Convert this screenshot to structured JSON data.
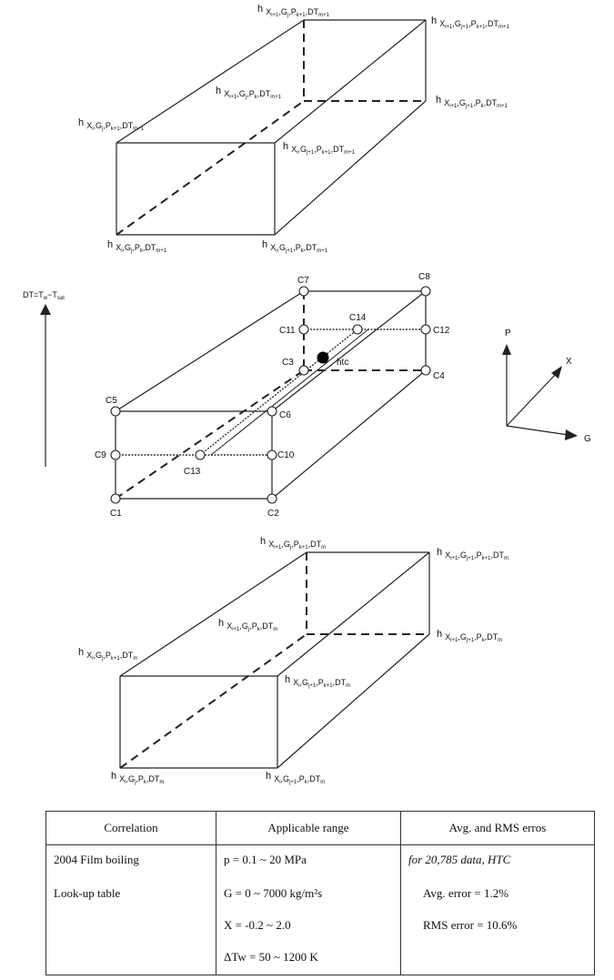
{
  "top_box": {
    "labels": [
      {
        "key": "tl_back",
        "x": 0,
        "sub": "X",
        "ix": "i+1",
        "g": "j",
        "p": "k+1",
        "dt": "m+1"
      },
      {
        "key": "tr_back",
        "sub": "X",
        "ix": "i+1",
        "g": "j+1",
        "p": "k+1",
        "dt": "m+1"
      },
      {
        "key": "bl_back",
        "sub": "X",
        "ix": "i+1",
        "g": "j",
        "p": "k",
        "dt": "m+1"
      },
      {
        "key": "br_back",
        "sub": "X",
        "ix": "i+1",
        "g": "j+1",
        "p": "k",
        "dt": "m+1"
      },
      {
        "key": "tl_front",
        "sub": "X",
        "ix": "i",
        "g": "j",
        "p": "k+1",
        "dt": "m+1"
      },
      {
        "key": "tr_front",
        "sub": "X",
        "ix": "i",
        "g": "j+1",
        "p": "k+1",
        "dt": "m+1"
      },
      {
        "key": "bl_front",
        "sub": "X",
        "ix": "i",
        "g": "j",
        "p": "k",
        "dt": "m+1"
      },
      {
        "key": "br_front",
        "sub": "X",
        "ix": "i",
        "g": "j+1",
        "p": "k",
        "dt": "m+1"
      }
    ]
  },
  "bottom_box": {
    "labels": [
      {
        "key": "tl_back",
        "sub": "X",
        "ix": "i+1",
        "g": "j",
        "p": "k+1",
        "dt": "m"
      },
      {
        "key": "tr_back",
        "sub": "X",
        "ix": "i+1",
        "g": "j+1",
        "p": "k+1",
        "dt": "m"
      },
      {
        "key": "bl_back",
        "sub": "X",
        "ix": "i+1",
        "g": "j",
        "p": "k",
        "dt": "m"
      },
      {
        "key": "br_back",
        "sub": "X",
        "ix": "i+1",
        "g": "j+1",
        "p": "k",
        "dt": "m"
      },
      {
        "key": "tl_front",
        "sub": "X",
        "ix": "i",
        "g": "j",
        "p": "k+1",
        "dt": "m"
      },
      {
        "key": "tr_front",
        "sub": "X",
        "ix": "i",
        "g": "j+1",
        "p": "k+1",
        "dt": "m"
      },
      {
        "key": "bl_front",
        "sub": "X",
        "ix": "i",
        "g": "j",
        "p": "k",
        "dt": "m"
      },
      {
        "key": "br_front",
        "sub": "X",
        "ix": "i",
        "g": "j+1",
        "p": "k",
        "dt": "m"
      }
    ]
  },
  "middle": {
    "dt_label": {
      "main": "DT=T",
      "w": "w",
      "minus": "−T",
      "sat": "sat"
    },
    "nodes": [
      "C1",
      "C2",
      "C3",
      "C4",
      "C5",
      "C6",
      "C7",
      "C8",
      "C9",
      "C10",
      "C11",
      "C12",
      "C13",
      "C14"
    ],
    "htc_label": "htc"
  },
  "axes": {
    "p": "P",
    "x": "X",
    "g": "G"
  },
  "table": {
    "headers": [
      "Correlation",
      "Applicable range",
      "Avg. and RMS erros"
    ],
    "correlation": [
      "2004 Film boiling",
      "Look-up table"
    ],
    "range": [
      "p = 0.1 ~ 20 MPa",
      "G = 0 ~ 7000 kg/m²s",
      "X = -0.2 ~ 2.0",
      "ΔTw = 50 ~ 1200 K"
    ],
    "errors": [
      "for 20,785 data, HTC",
      "Avg. error = 1.2%",
      "RMS error = 10.6%"
    ]
  }
}
